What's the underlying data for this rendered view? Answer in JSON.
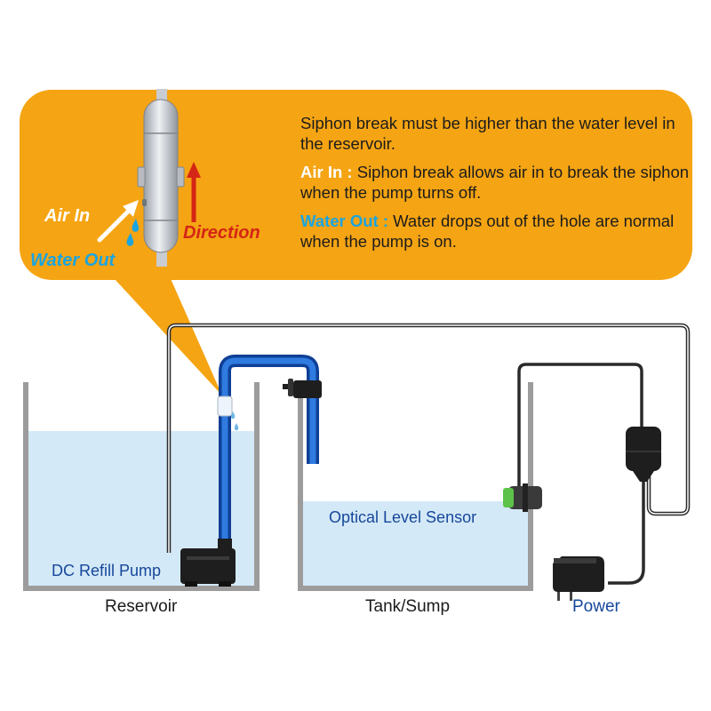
{
  "callout": {
    "paragraph1": "Siphon break must be higher than the water level in the reservoir.",
    "air_in_key": "Air In :",
    "air_in_text": " Siphon break allows air in to break the  siphon when the pump turns off.",
    "water_out_key": "Water Out :",
    "water_out_text": " Water drops out of the hole are normal when the pump is on.",
    "air_in_label": "Air In",
    "water_out_label": "Water Out",
    "direction_label": "Direction"
  },
  "labels": {
    "pump": "DC Refill Pump",
    "sensor": "Optical Level Sensor",
    "reservoir": "Reservoir",
    "tank": "Tank/Sump",
    "power": "Power"
  },
  "colors": {
    "callout_bg": "#f5a413",
    "water": "#d4e9f7",
    "tank_wall": "#9c9c9c",
    "pipe": "#1b5cc5",
    "air_in_text": "#ffffff",
    "water_out_text": "#1aa4e0",
    "direction_text": "#d42516",
    "label_blue": "#16479c",
    "sensor_green": "#5cc24a"
  }
}
